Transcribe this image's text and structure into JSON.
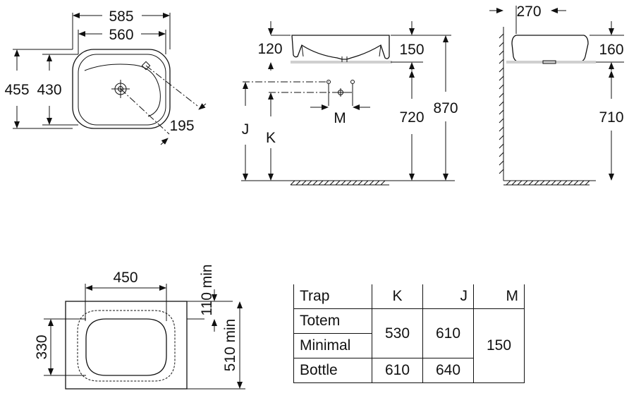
{
  "top_view": {
    "overall_width": "585",
    "inner_width": "560",
    "overall_depth": "455",
    "inner_depth": "430",
    "offset": "195"
  },
  "front_view": {
    "rim_height": "120",
    "bowl_height": "150",
    "trap_spacing": "M",
    "rim_to_floor": "720",
    "total_height": "870",
    "dim_j": "J",
    "dim_k": "K"
  },
  "side_view": {
    "depth": "270",
    "bowl_height": "160",
    "counter_height": "710"
  },
  "cutout": {
    "width": "450",
    "depth": "330",
    "back_clearance": "110 min",
    "counter_depth": "510 min"
  },
  "table": {
    "headers": [
      "Trap",
      "K",
      "J",
      "M"
    ],
    "rows": [
      {
        "trap": "Totem",
        "k": "530",
        "j": "610"
      },
      {
        "trap": "Minimal"
      },
      {
        "trap": "Bottle",
        "k": "610",
        "j": "640"
      }
    ],
    "m_value": "150"
  }
}
